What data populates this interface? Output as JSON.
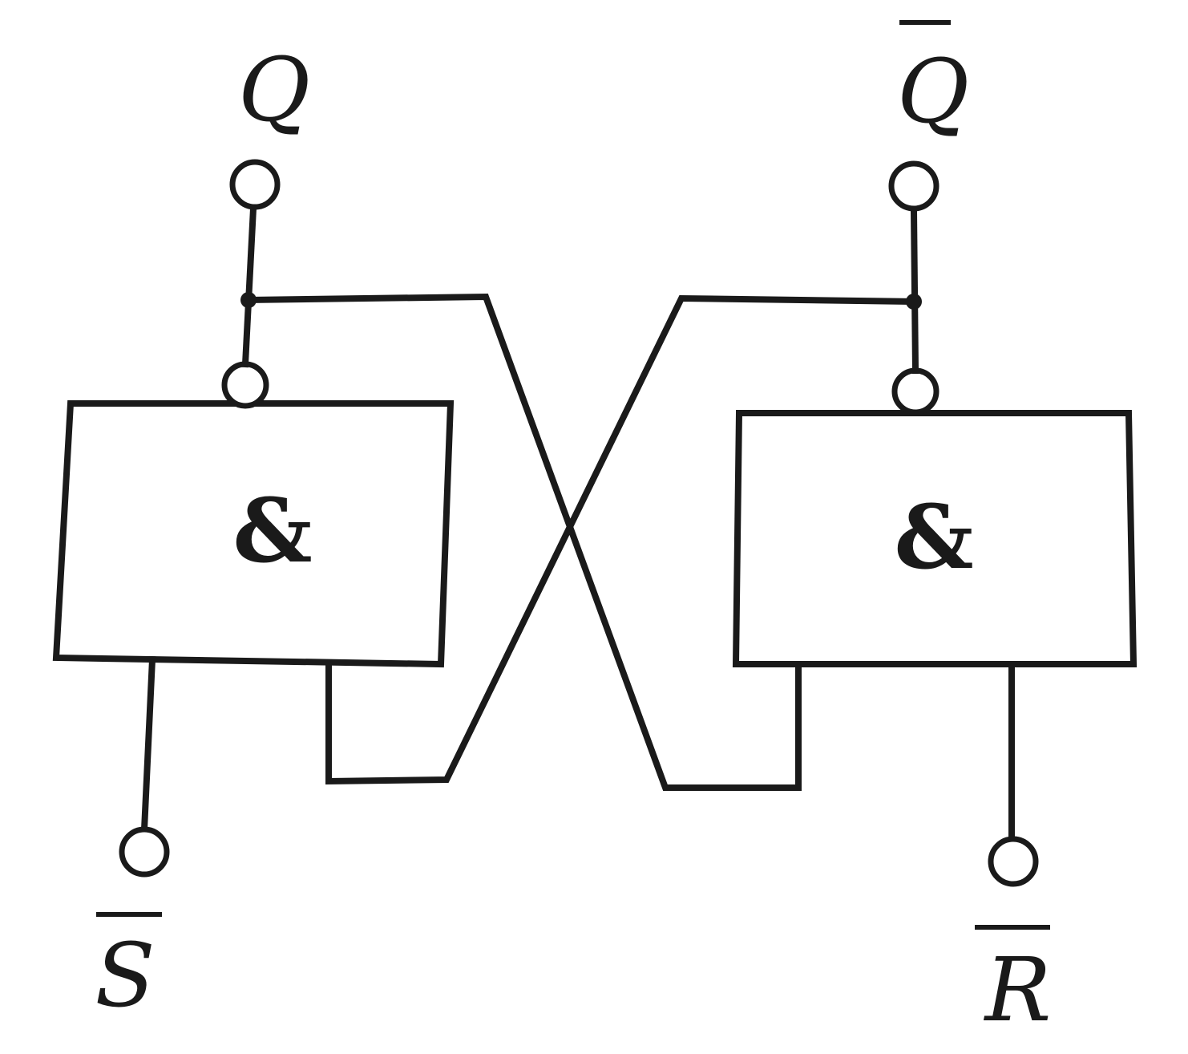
{
  "diagram": {
    "gate_left": {
      "symbol": "&"
    },
    "gate_right": {
      "symbol": "&"
    },
    "output_q": {
      "label": "Q"
    },
    "output_q_bar": {
      "label": "Q",
      "overbar": true
    },
    "input_s_bar": {
      "label": "S",
      "overbar": true
    },
    "input_r_bar": {
      "label": "R",
      "overbar": true
    }
  }
}
